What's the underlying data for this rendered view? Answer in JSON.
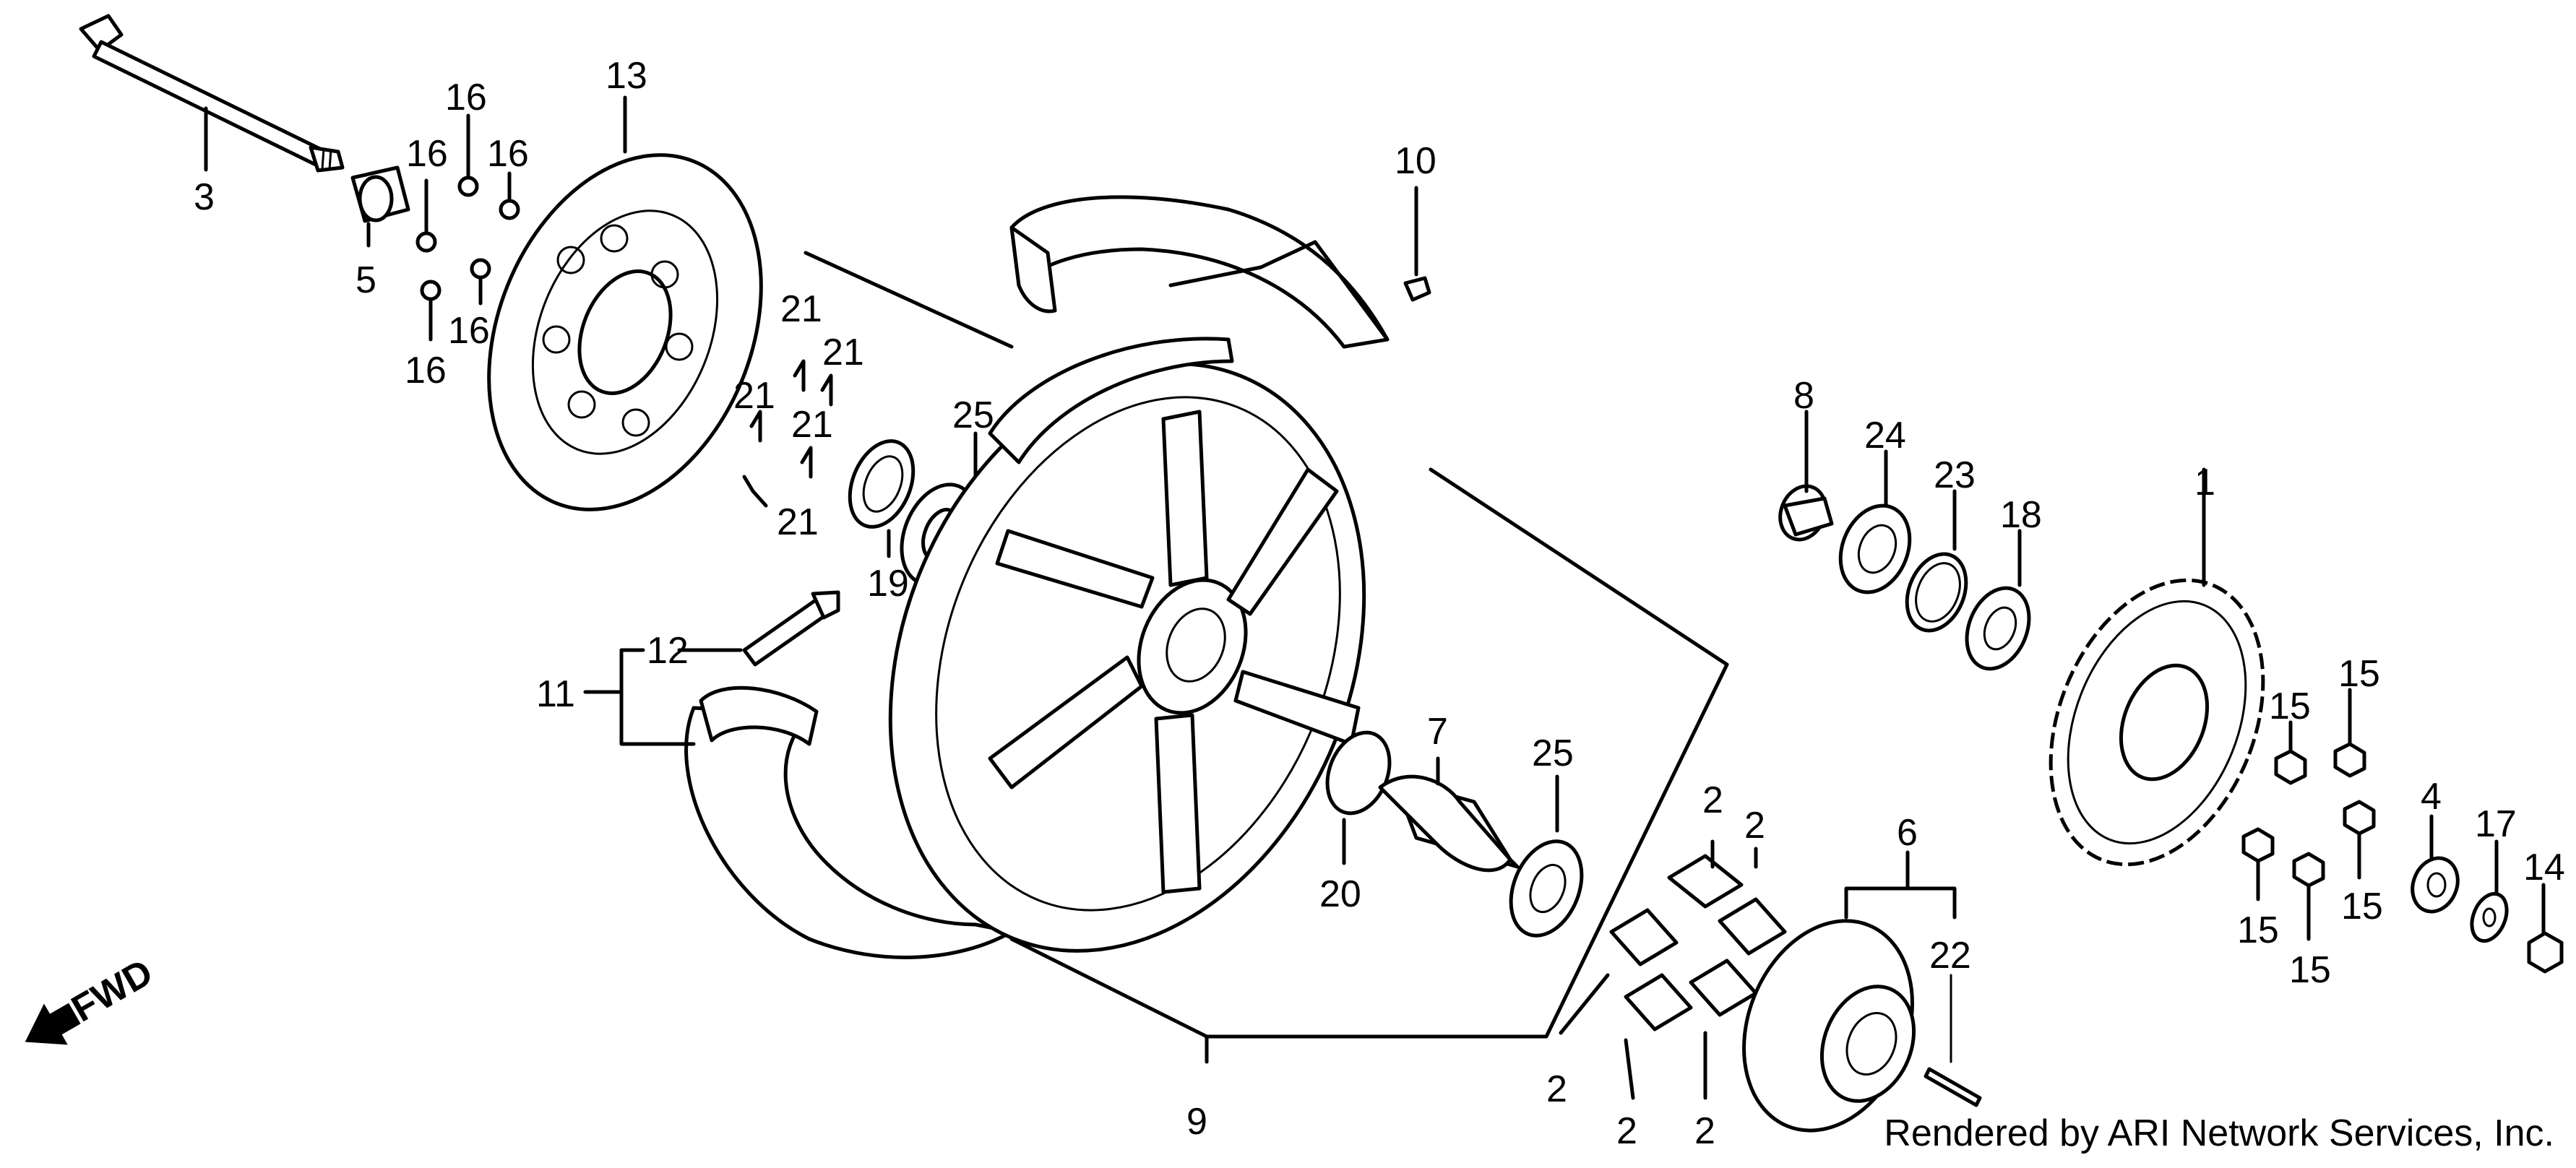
{
  "diagram": {
    "part_labels": [
      {
        "id": "p3",
        "text": "3"
      },
      {
        "id": "p5",
        "text": "5"
      },
      {
        "id": "p16a",
        "text": "16"
      },
      {
        "id": "p16b",
        "text": "16"
      },
      {
        "id": "p16c",
        "text": "16"
      },
      {
        "id": "p16d",
        "text": "16"
      },
      {
        "id": "p16e",
        "text": "16"
      },
      {
        "id": "p13",
        "text": "13"
      },
      {
        "id": "p21a",
        "text": "21"
      },
      {
        "id": "p21b",
        "text": "21"
      },
      {
        "id": "p21c",
        "text": "21"
      },
      {
        "id": "p21d",
        "text": "21"
      },
      {
        "id": "p21e",
        "text": "21"
      },
      {
        "id": "p25a",
        "text": "25"
      },
      {
        "id": "p19",
        "text": "19"
      },
      {
        "id": "p10",
        "text": "10"
      },
      {
        "id": "p12",
        "text": "12"
      },
      {
        "id": "p11",
        "text": "11"
      },
      {
        "id": "p9",
        "text": "9"
      },
      {
        "id": "p7",
        "text": "7"
      },
      {
        "id": "p25b",
        "text": "25"
      },
      {
        "id": "p20",
        "text": "20"
      },
      {
        "id": "p8",
        "text": "8"
      },
      {
        "id": "p24",
        "text": "24"
      },
      {
        "id": "p23",
        "text": "23"
      },
      {
        "id": "p18",
        "text": "18"
      },
      {
        "id": "p1",
        "text": "1"
      },
      {
        "id": "p15a",
        "text": "15"
      },
      {
        "id": "p15b",
        "text": "15"
      },
      {
        "id": "p15c",
        "text": "15"
      },
      {
        "id": "p15d",
        "text": "15"
      },
      {
        "id": "p15e",
        "text": "15"
      },
      {
        "id": "p4",
        "text": "4"
      },
      {
        "id": "p17",
        "text": "17"
      },
      {
        "id": "p14",
        "text": "14"
      },
      {
        "id": "p6",
        "text": "6"
      },
      {
        "id": "p22",
        "text": "22"
      },
      {
        "id": "p2a",
        "text": "2"
      },
      {
        "id": "p2b",
        "text": "2"
      },
      {
        "id": "p2c",
        "text": "2"
      },
      {
        "id": "p2d",
        "text": "2"
      },
      {
        "id": "p2e",
        "text": "2"
      }
    ],
    "fwd_label": "FWD",
    "credit": "Rendered by ARI Network Services, Inc."
  }
}
